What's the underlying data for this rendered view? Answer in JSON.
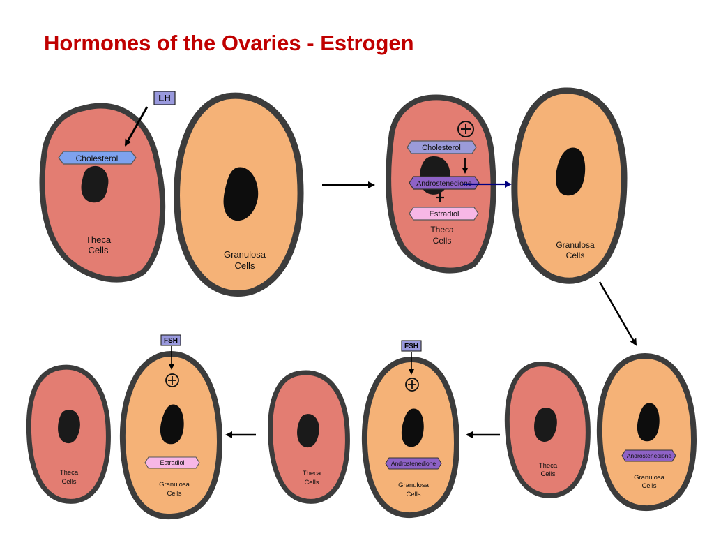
{
  "title": "Hormones of the Ovaries - Estrogen",
  "colors": {
    "title": "#c00000",
    "theca_fill": "#e37d72",
    "granulosa_fill": "#f5b277",
    "cell_border": "#3c3c3c",
    "nucleus": "#1a1a1a",
    "cholesterol_box": "#7ea2ee",
    "cholesterol_box_light": "#9b9bd9",
    "androstenedione_box": "#8e62c6",
    "estradiol_box": "#f7b7e6",
    "hormone_box": "#9999dd",
    "transfer_arrow": "#000080"
  },
  "icons": [
    "plus-circle-icon",
    "arrow-icon"
  ],
  "panel1": {
    "hormone": "LH",
    "molecule": "Cholesterol",
    "theca_label": [
      "Theca",
      "Cells"
    ],
    "granulosa_label": [
      "Granulosa",
      "Cells"
    ]
  },
  "panel2": {
    "molecules": [
      "Cholesterol",
      "Androstenedione",
      "Estradiol"
    ],
    "theca_label": [
      "Theca",
      "Cells"
    ],
    "granulosa_label": [
      "Granulosa",
      "Cells"
    ]
  },
  "panel3": {
    "molecule": "Androstenedione",
    "theca_label": [
      "Theca",
      "Cells"
    ],
    "granulosa_label": [
      "Granulosa",
      "Cells"
    ]
  },
  "panel4": {
    "hormone": "FSH",
    "molecule": "Androstenedione",
    "theca_label": [
      "Theca",
      "Cells"
    ],
    "granulosa_label": [
      "Granulosa",
      "Cells"
    ]
  },
  "panel5": {
    "hormone": "FSH",
    "molecule": "Estradiol",
    "theca_label": [
      "Theca",
      "Cells"
    ],
    "granulosa_label": [
      "Granulosa",
      "Cells"
    ]
  }
}
